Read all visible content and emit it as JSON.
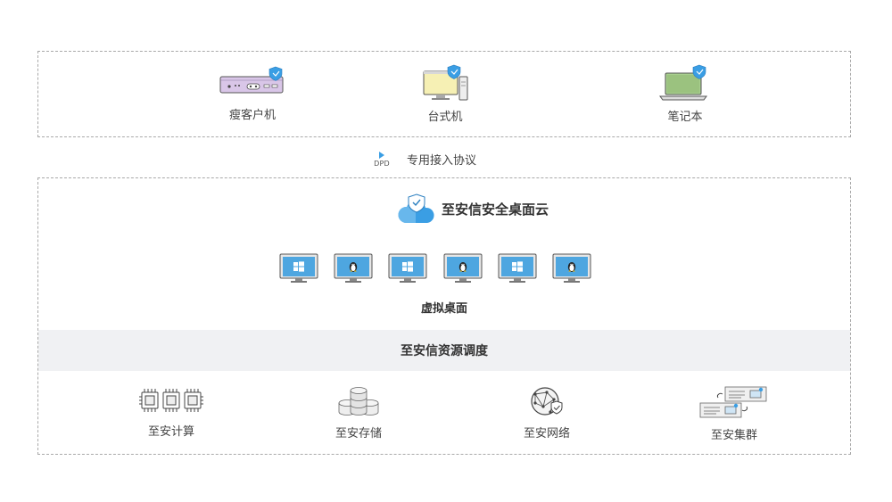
{
  "devices": [
    {
      "label": "瘦客户机",
      "icon": "thin-client-icon"
    },
    {
      "label": "台式机",
      "icon": "desktop-icon"
    },
    {
      "label": "笔记本",
      "icon": "laptop-icon"
    }
  ],
  "protocol": {
    "badge": "DPD",
    "label": "专用接入协议"
  },
  "cloud": {
    "title": "至安信安全桌面云",
    "virtual_desktops": {
      "label": "虚拟桌面",
      "items": [
        "windows",
        "linux",
        "windows",
        "linux",
        "windows",
        "linux"
      ]
    },
    "scheduler": "至安信资源调度",
    "resources": [
      {
        "label": "至安计算",
        "icon": "compute-chip-icon"
      },
      {
        "label": "至安存储",
        "icon": "storage-icon"
      },
      {
        "label": "至安网络",
        "icon": "network-icon"
      },
      {
        "label": "至安集群",
        "icon": "cluster-icon"
      }
    ]
  },
  "colors": {
    "accent": "#3a9ee4",
    "screen": "#4ea6e0",
    "border": "#a9a9a9",
    "band": "#f0f1f3"
  }
}
